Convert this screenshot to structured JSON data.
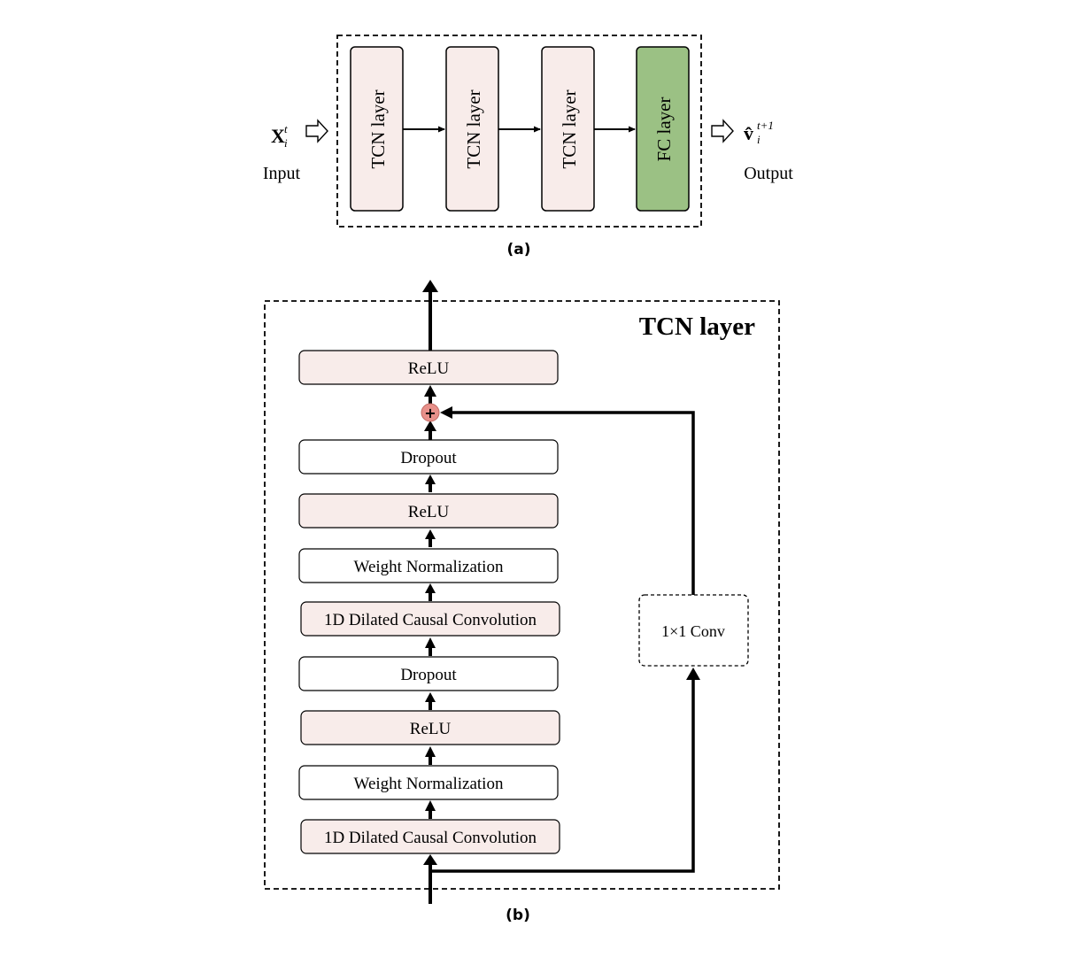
{
  "panel_a": {
    "input_symbol": "X",
    "input_sup": "t",
    "input_sub": "i",
    "input_label": "Input",
    "output_symbol": "v̂",
    "output_sup": "t+1",
    "output_sub": "i",
    "output_label": "Output",
    "layers": [
      "TCN layer",
      "TCN layer",
      "TCN layer",
      "FC layer"
    ],
    "caption": "(a)"
  },
  "panel_b": {
    "title": "TCN layer",
    "blocks": [
      "ReLU",
      "Dropout",
      "ReLU",
      "Weight Normalization",
      "1D Dilated Causal Convolution",
      "Dropout",
      "ReLU",
      "Weight Normalization",
      "1D Dilated Causal Convolution"
    ],
    "sum_symbol": "+",
    "shortcut_label": "1×1 Conv",
    "caption": "(b)"
  },
  "colors": {
    "pink_fill": "#f8ecea",
    "green_fill": "#9bc184",
    "sum_fill": "#e8908a"
  }
}
